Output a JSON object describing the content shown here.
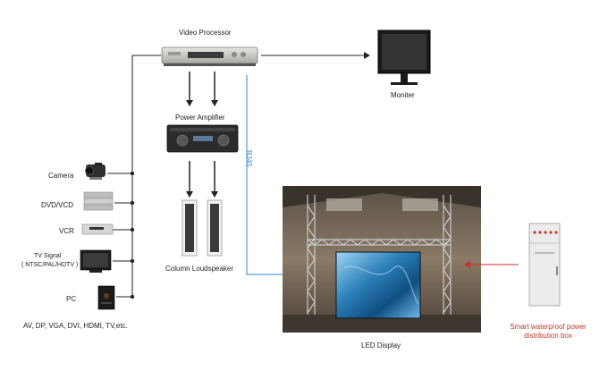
{
  "labels": {
    "video_processor": "Video Processor",
    "monitor": "Moniter",
    "power_amplifier": "Power  Amplifier",
    "rj45": "RJ45",
    "column_loudspeaker": "Column Loudspeaker",
    "led_display": "LED Display",
    "power_box_line1": "Smart waterproof power",
    "power_box_line2": "distribution box",
    "inputs_footer": "AV, DP, VGA, DVI, HDMI, TV,etc."
  },
  "inputs": [
    {
      "label": "Camera"
    },
    {
      "label": "DVD/VCD"
    },
    {
      "label": "VCR"
    },
    {
      "label_line1": "TV Signal",
      "label_line2": "( NTSC/PAL/HDTV )"
    },
    {
      "label": "PC"
    }
  ],
  "colors": {
    "line": "#222222",
    "rj45": "#2a8bd4",
    "power_arrow": "#d42a2a",
    "power_text": "#c0392b"
  }
}
